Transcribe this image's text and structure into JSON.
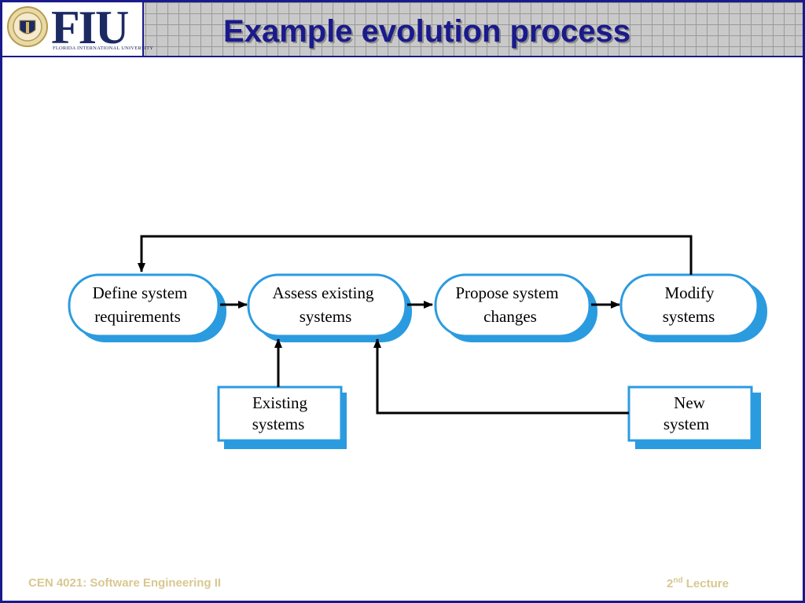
{
  "slide": {
    "title": "Example evolution process"
  },
  "logo": {
    "letters": "FIU",
    "subtitle": "FLORIDA INTERNATIONAL UNIVERSITY"
  },
  "diagram": {
    "process_boxes": [
      {
        "line1": "Define system",
        "line2": "requirements"
      },
      {
        "line1": "Assess existing",
        "line2": "systems"
      },
      {
        "line1": "Propose system",
        "line2": "changes"
      },
      {
        "line1": "Modify",
        "line2": "systems"
      }
    ],
    "data_boxes": [
      {
        "line1": "Existing",
        "line2": "systems"
      },
      {
        "line1": "New",
        "line2": "system"
      }
    ],
    "colors": {
      "shadow": "#2b9be0",
      "border": "#2b9be0",
      "fill": "#ffffff",
      "arrow": "#000000"
    }
  },
  "footer": {
    "course": "CEN 4021: Software Engineering II",
    "lecture_num": "2",
    "lecture_sup": "nd",
    "lecture_word": "Lecture"
  }
}
